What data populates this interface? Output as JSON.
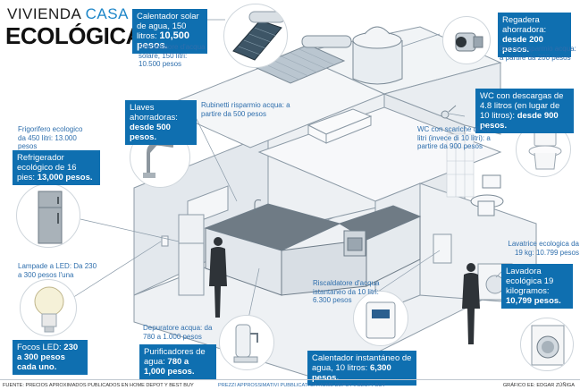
{
  "header": {
    "title_line1_a": "VIVIENDA",
    "title_line1_b": "CASA",
    "title_line2": "ECOLÓGICA"
  },
  "items": {
    "solar_heater": {
      "label_es": "Calentador solar de agua, 150 litros:",
      "price_es": "10,500 pesos.",
      "label_it": "Riscaldatore d'acqua solare, 150 litri: 10.500 pesos"
    },
    "shower": {
      "label_es": "Regadera ahorradora:",
      "price_es": "desde 200 pesos.",
      "label_it": "Doccia risparmio acqua: a partire da 200 pesos"
    },
    "faucets": {
      "label_es": "Llaves ahorradoras:",
      "price_es": "desde 500 pesos.",
      "label_it": "Rubinetti risparmio acqua: a partire da 500 pesos"
    },
    "toilet": {
      "label_es": "WC con descargas de 4.8 litros (en lugar de 10 litros):",
      "price_es": "desde 900 pesos.",
      "label_it": "WC con scariche di 4,8 litri (invece di 10 litri): a partire da 900 pesos"
    },
    "fridge": {
      "label_it": "Frigorifero ecologico da 450 litri: 13.000 pesos",
      "label_es": "Refrigerador ecológico de 16 pies:",
      "price_es": "13,000 pesos."
    },
    "washer": {
      "label_it": "Lavatrice ecologica da 19 kg: 10.799 pesos",
      "label_es": "Lavadora ecológica 19 kilogramos:",
      "price_es": "10,799 pesos."
    },
    "led": {
      "label_it": "Lampade a LED: Da 230 a 300 pesos l'una",
      "label_es": "Focos LED:",
      "price_es": "230 a 300 pesos cada uno."
    },
    "instant_heater": {
      "label_it": "Riscaldatore d'acqua istantaneo da 10 litri: 6.300 pesos",
      "label_es": "Calentador instantáneo de agua, 10 litros:",
      "price_es": "6,300 pesos."
    },
    "purifier": {
      "label_it": "Depuratore acqua: da 780 a 1.000 pesos",
      "label_es": "Purificadores de agua:",
      "price_es": "780 a 1,000 pesos."
    }
  },
  "footer": {
    "source_es": "FUENTE: PRECIOS APROXIMADOS PUBLICADOS EN HOME DEPOT Y BEST BUY",
    "source_it": "PREZZI APPROSSIMATIVI PUBBLICATI DA HOME DEPOT e BESTY BUY",
    "credit": "GRÁFICO EE: EDGAR ZÚÑIGA"
  },
  "colors": {
    "accent_blue": "#0f6fb0",
    "italian_text": "#2f6fad",
    "house_line": "#8c9aa6",
    "house_fill": "#e9edf1",
    "roof_fill": "#f4f6f8"
  }
}
